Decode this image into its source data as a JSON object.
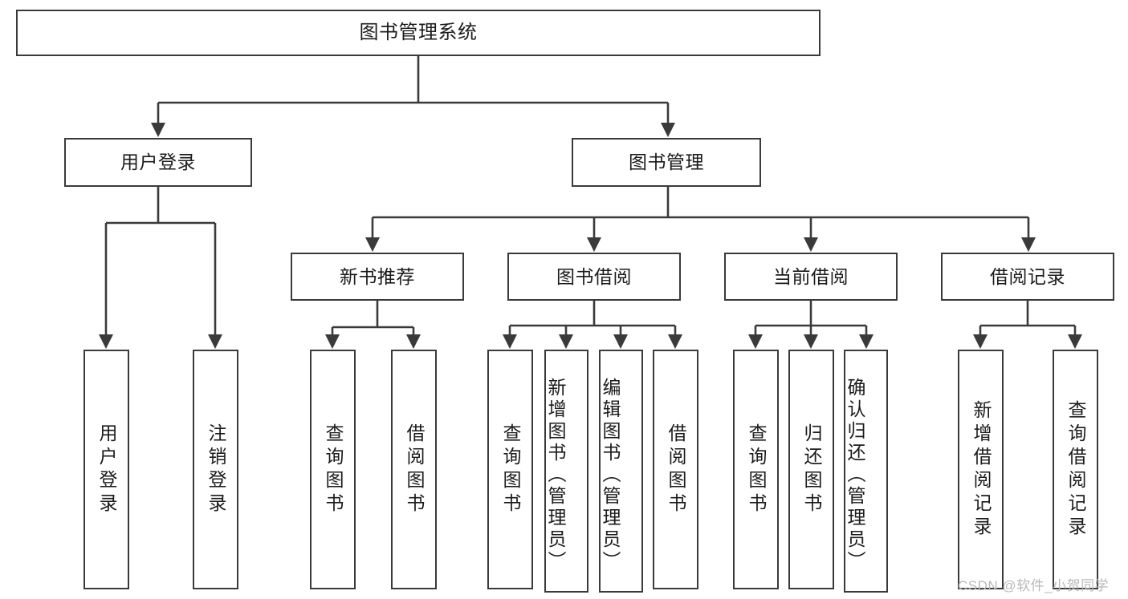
{
  "diagram": {
    "title": "图书管理系统",
    "type": "hierarchy-tree",
    "colors": {
      "box_border": "#3a3a3a",
      "box_fill": "#ffffff",
      "connector": "#3a3a3a",
      "text": "#1b1b1b",
      "watermark": "#b9b9b9",
      "background": "#ffffff"
    },
    "root": {
      "label": "图书管理系统",
      "orientation": "horizontal"
    },
    "level2": [
      {
        "label": "用户登录",
        "orientation": "horizontal"
      },
      {
        "label": "图书管理",
        "orientation": "horizontal"
      }
    ],
    "level3": [
      {
        "label": "新书推荐",
        "orientation": "horizontal",
        "parent": "图书管理"
      },
      {
        "label": "图书借阅",
        "orientation": "horizontal",
        "parent": "图书管理"
      },
      {
        "label": "当前借阅",
        "orientation": "horizontal",
        "parent": "图书管理"
      },
      {
        "label": "借阅记录",
        "orientation": "horizontal",
        "parent": "图书管理"
      }
    ],
    "leaves": {
      "user_login": [
        {
          "label": "用户登录",
          "orientation": "vertical"
        },
        {
          "label": "注销登录",
          "orientation": "vertical"
        }
      ],
      "new_book_recommend": [
        {
          "label": "查询图书",
          "orientation": "vertical"
        },
        {
          "label": "借阅图书",
          "orientation": "vertical"
        }
      ],
      "book_borrow": [
        {
          "label": "查询图书",
          "orientation": "vertical"
        },
        {
          "label": "新增图书（管理员）",
          "orientation": "vertical"
        },
        {
          "label": "编辑图书（管理员）",
          "orientation": "vertical"
        },
        {
          "label": "借阅图书",
          "orientation": "vertical"
        }
      ],
      "current_borrow": [
        {
          "label": "查询图书",
          "orientation": "vertical"
        },
        {
          "label": "归还图书",
          "orientation": "vertical"
        },
        {
          "label": "确认归还（管理员）",
          "orientation": "vertical"
        }
      ],
      "borrow_record": [
        {
          "label": "新增借阅记录",
          "orientation": "vertical"
        },
        {
          "label": "查询借阅记录",
          "orientation": "vertical"
        }
      ]
    },
    "watermark": "CSDN @软件_小贺同学"
  }
}
